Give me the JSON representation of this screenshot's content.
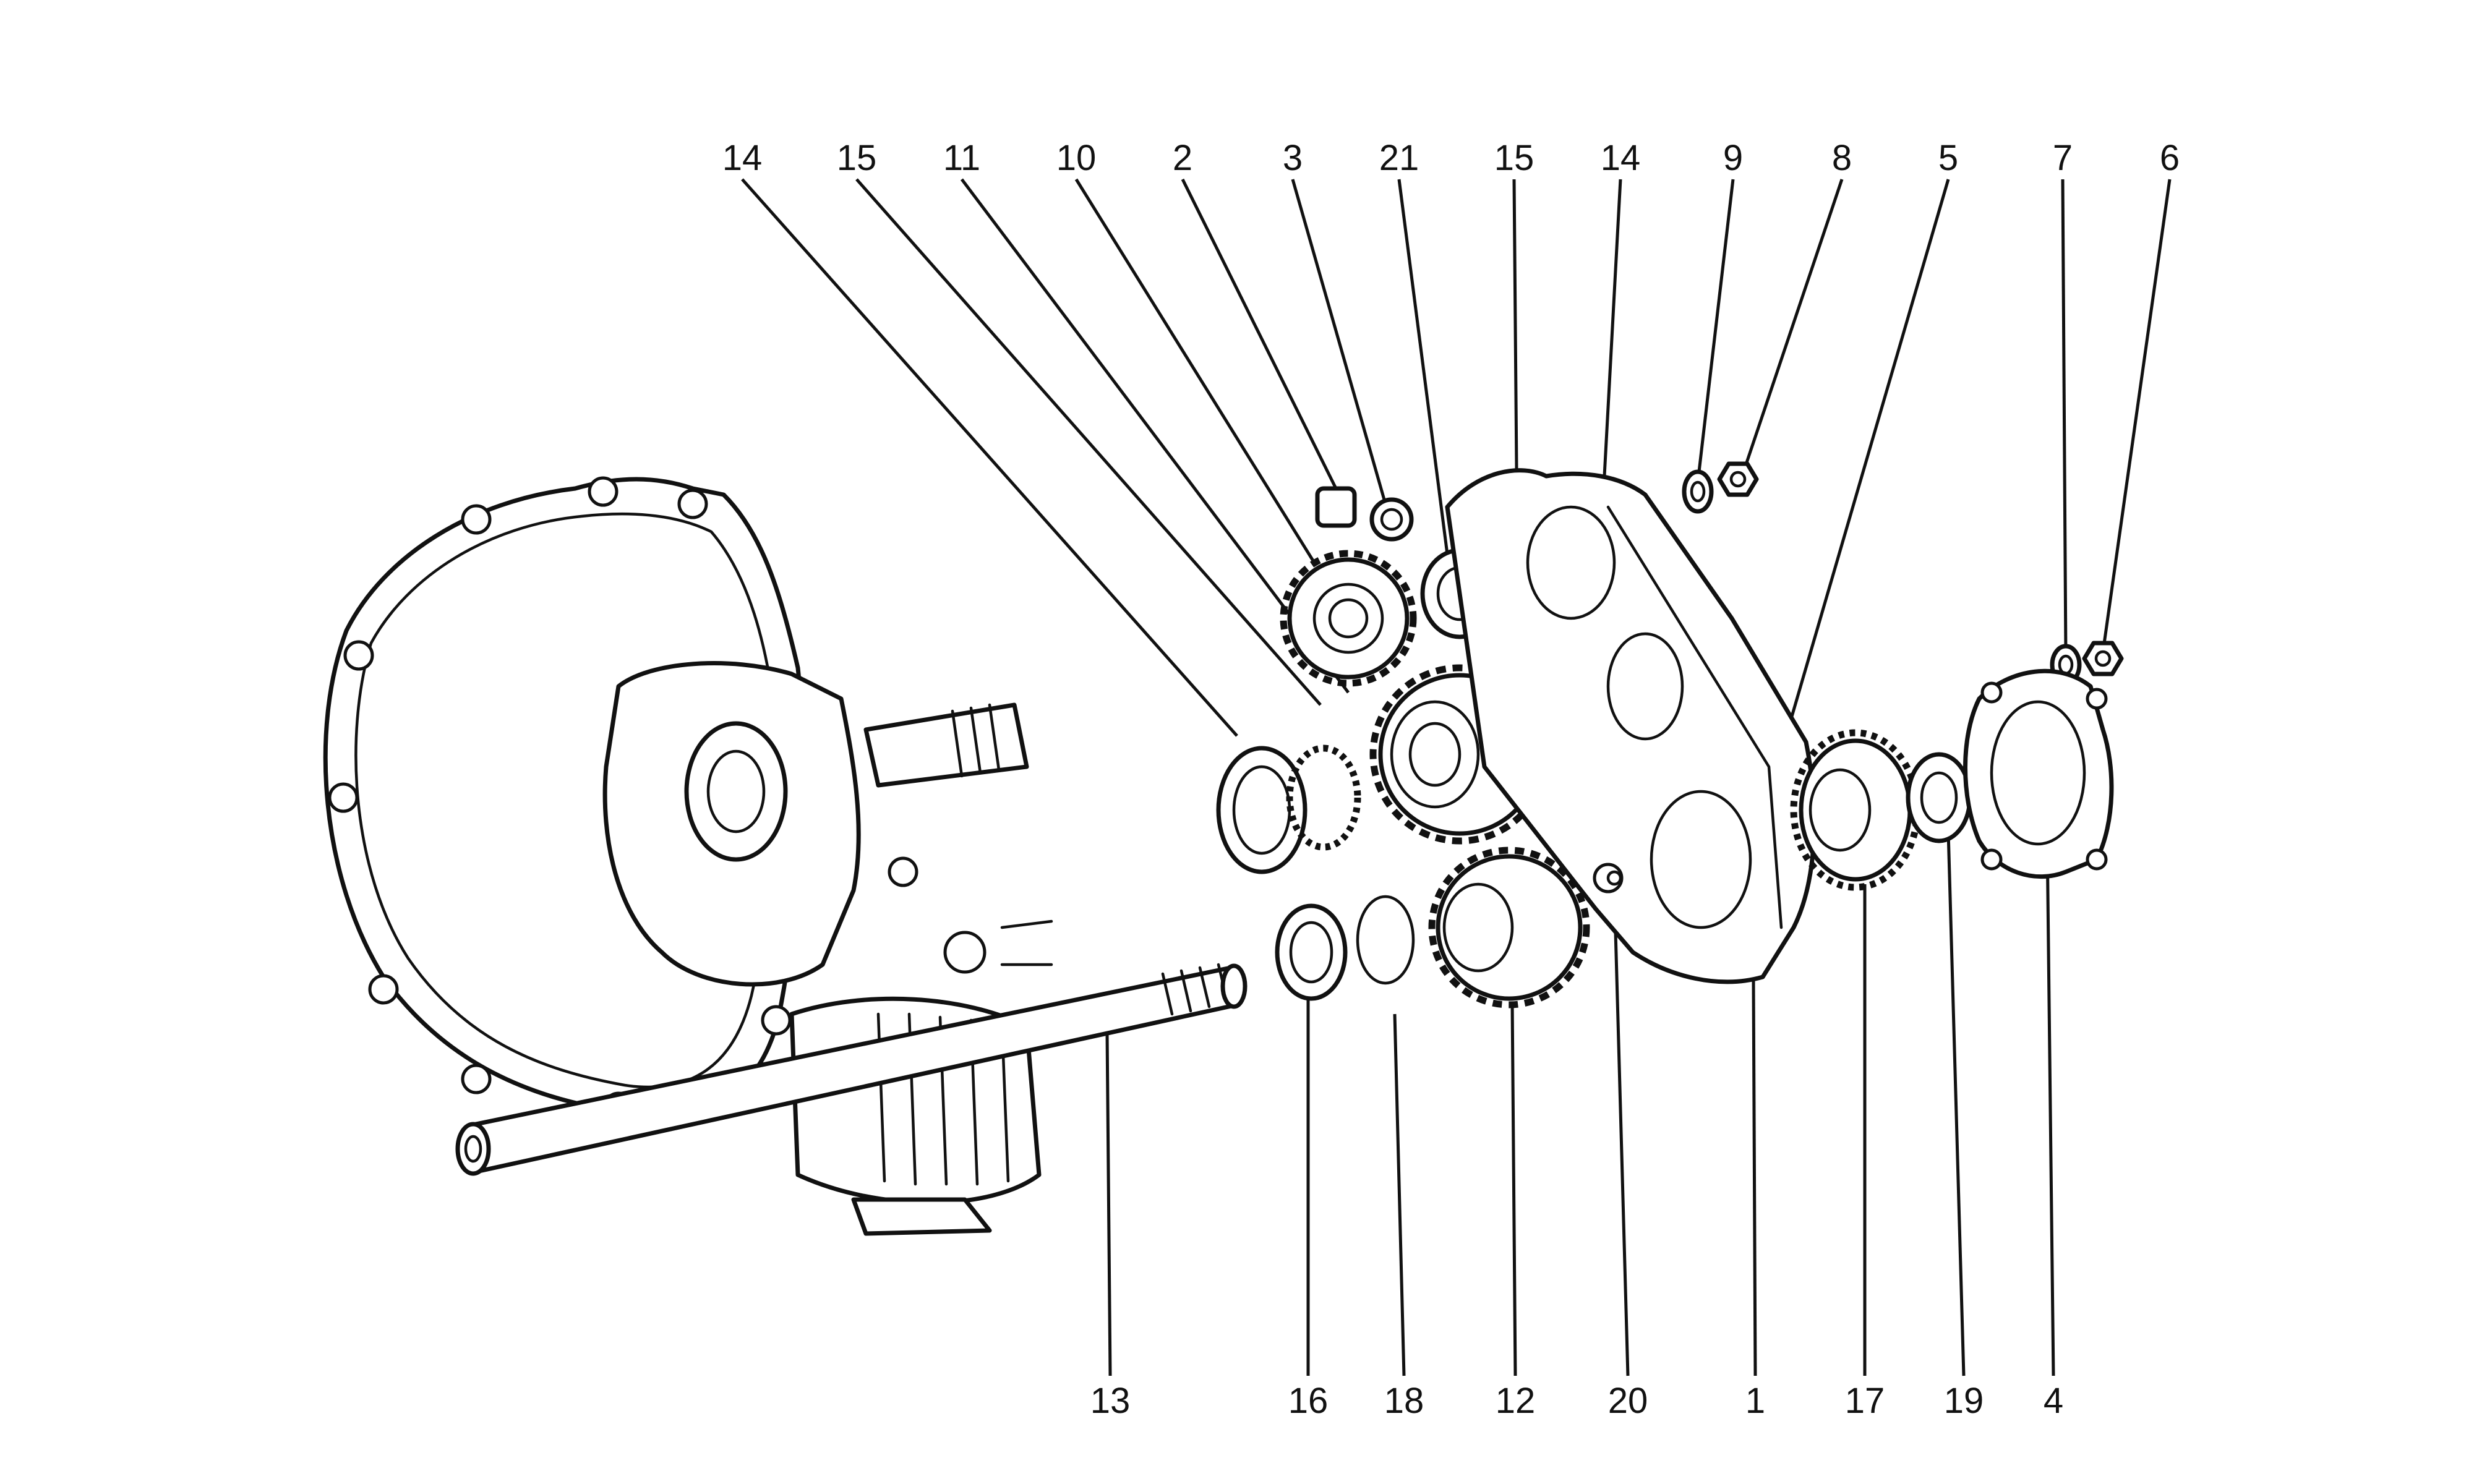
{
  "top_labels": [
    "14",
    "15",
    "11",
    "10",
    "2",
    "3",
    "21",
    "15",
    "14",
    "9",
    "8",
    "5",
    "7",
    "6"
  ],
  "bottom_labels": [
    "13",
    "16",
    "18",
    "12",
    "20",
    "1",
    "17",
    "19",
    "4"
  ],
  "colors": {
    "ink": "#111111",
    "paper": "#ffffff"
  }
}
